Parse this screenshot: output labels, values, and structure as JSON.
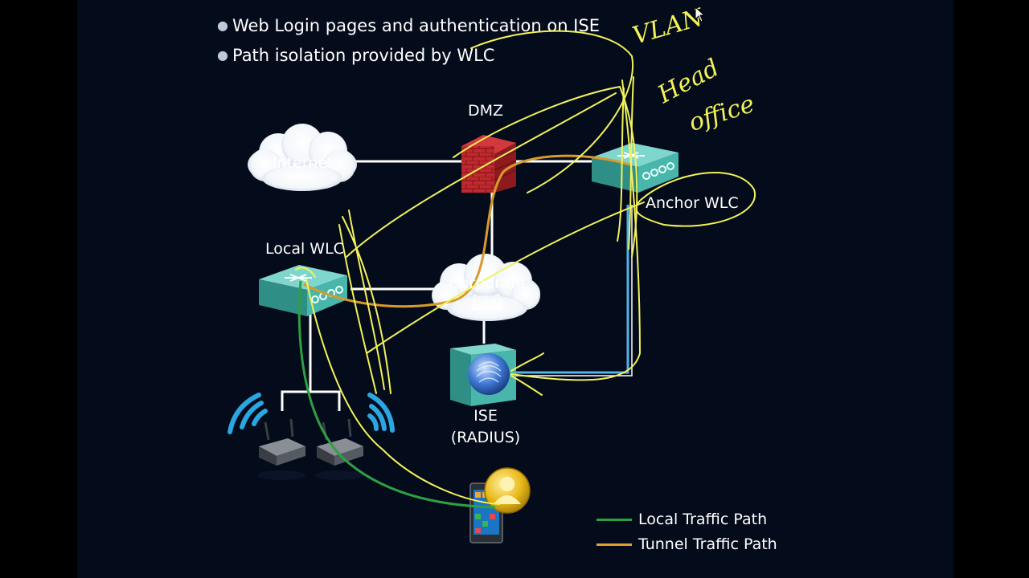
{
  "bullets": [
    "Web Login pages and authentication on ISE",
    "Path isolation provided by WLC"
  ],
  "labels": {
    "dmz": "DMZ",
    "internet": "Internet",
    "anchor_wlc": "Anchor WLC",
    "local_wlc": "Local WLC",
    "corporate_lan_line1": "Corporate",
    "corporate_lan_line2": "LAN",
    "ise_line1": "ISE",
    "ise_line2": "(RADIUS)"
  },
  "legend": [
    {
      "label": "Local Traffic Path",
      "color": "#2ea043"
    },
    {
      "label": "Tunnel Traffic Path",
      "color": "#e0a030"
    }
  ],
  "annotations": [
    "VLAN",
    "Head",
    "office"
  ],
  "colors": {
    "background": "#040b1a",
    "link": "#ffffff",
    "tunnel_blue": "#4fb3e8",
    "highlighter": "#f2f25a",
    "wlc_teal": "#49b6ab",
    "firewall_red": "#b3262b"
  },
  "icons": [
    "internet-cloud-icon",
    "firewall-icon",
    "anchor-wlc-icon",
    "local-wlc-icon",
    "corporate-lan-cloud-icon",
    "ise-server-icon",
    "access-point-icon",
    "smartphone-icon",
    "user-icon"
  ]
}
